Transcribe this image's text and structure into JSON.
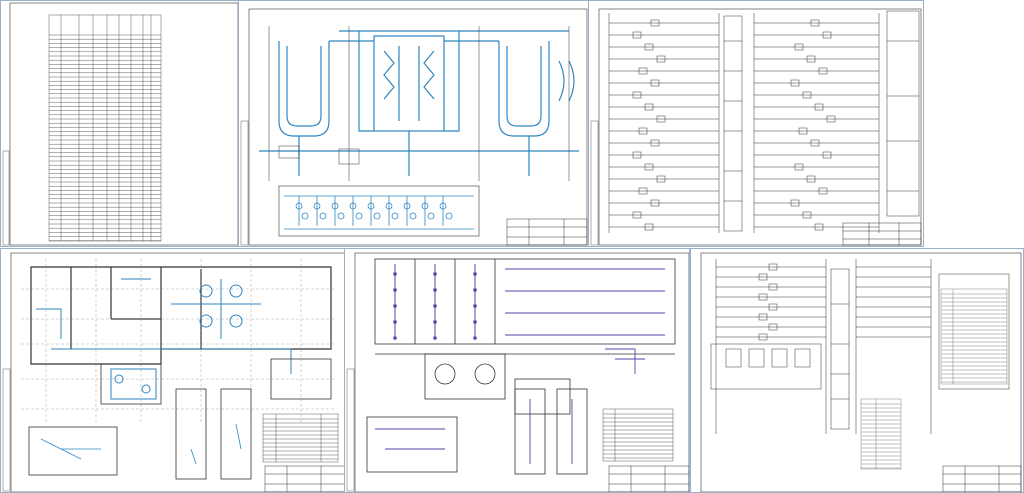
{
  "sheets": [
    {
      "id": "sheet-1",
      "kind": "table"
    },
    {
      "id": "sheet-2",
      "kind": "process-flow"
    },
    {
      "id": "sheet-3",
      "kind": "control-schematic"
    },
    {
      "id": "sheet-4",
      "kind": "floor-plan"
    },
    {
      "id": "sheet-5",
      "kind": "layout-plan"
    },
    {
      "id": "sheet-6",
      "kind": "electrical-schematic"
    }
  ],
  "colors": {
    "sheet_border": "#9ab0c8",
    "line": "#2a2a2a",
    "accent_blue": "#2e86c1",
    "accent_purple": "#5b3fa8",
    "background": "#ffffff"
  }
}
